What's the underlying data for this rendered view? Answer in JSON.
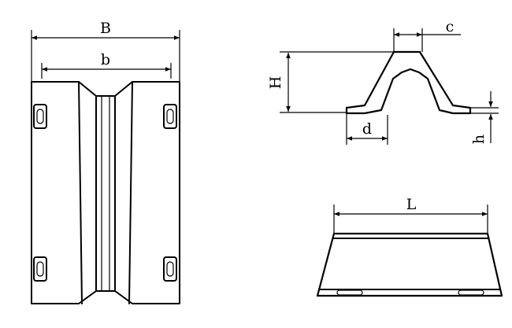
{
  "labels": {
    "B": "B",
    "b": "b",
    "H": "H",
    "c": "c",
    "d": "d",
    "h": "h",
    "L": "L"
  }
}
